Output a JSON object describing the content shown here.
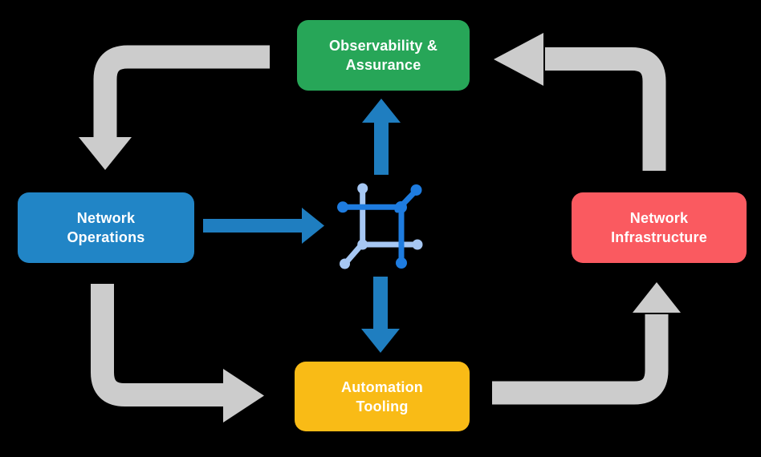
{
  "diagram": {
    "nodes": {
      "observability": {
        "line1": "Observability &",
        "line2": "Assurance",
        "color": "#27a658"
      },
      "operations": {
        "line1": "Network",
        "line2": "Operations",
        "color": "#2185c6"
      },
      "infrastructure": {
        "line1": "Network",
        "line2": "Infrastructure",
        "color": "#fa5a60"
      },
      "automation": {
        "line1": "Automation",
        "line2": "Tooling",
        "color": "#f9bb16"
      }
    },
    "center_icon": "network-mesh-icon",
    "colors": {
      "background": "#000000",
      "arrow_cycle": "#cccccc",
      "arrow_flow": "#1f7ec0",
      "icon_dark": "#1e7ce0",
      "icon_light": "#a6c7f3",
      "label_text": "#ffffff"
    },
    "arrows": {
      "cycle": [
        {
          "from": "observability",
          "to": "operations"
        },
        {
          "from": "operations",
          "to": "automation"
        },
        {
          "from": "automation",
          "to": "infrastructure"
        },
        {
          "from": "infrastructure",
          "to": "observability"
        }
      ],
      "flow": [
        {
          "from": "operations",
          "to": "center-icon"
        },
        {
          "from": "center-icon",
          "to": "observability"
        },
        {
          "from": "center-icon",
          "to": "automation"
        }
      ]
    }
  }
}
